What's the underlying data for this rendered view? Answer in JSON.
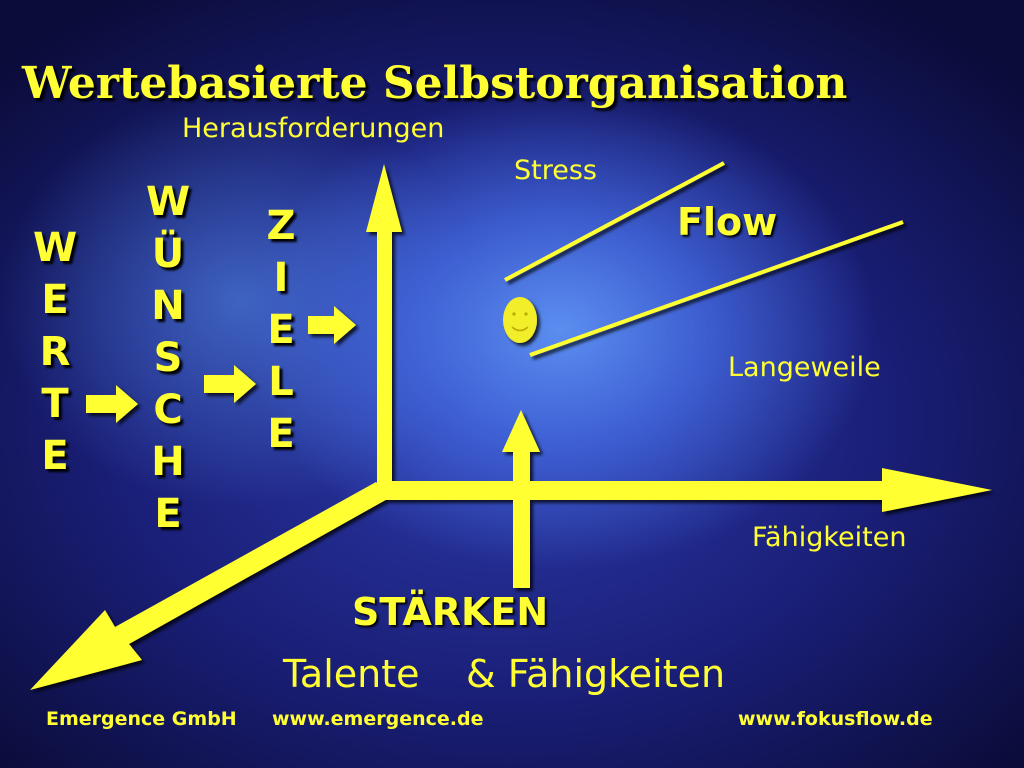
{
  "title": "Wertebasierte Selbstorganisation",
  "axes": {
    "vertical_label": "Herausforderungen",
    "horizontal_label": "Fähigkeiten"
  },
  "zones": {
    "upper": "Stress",
    "middle": "Flow",
    "lower": "Langeweile"
  },
  "columns": {
    "werte": [
      "W",
      "E",
      "R",
      "T",
      "E"
    ],
    "wuensche": [
      "W",
      "Ü",
      "N",
      "S",
      "C",
      "H",
      "E"
    ],
    "ziele": [
      "Z",
      "I",
      "E",
      "L",
      "E"
    ]
  },
  "bottom": {
    "staerken": "STÄRKEN",
    "talente": "Talente",
    "faehigkeiten": "& Fähigkeiten"
  },
  "footer": {
    "company": "Emergence GmbH",
    "site1": "www.emergence.de",
    "site2": "www.fokusflow.de"
  },
  "colors": {
    "accent": "#ffff33",
    "smiley": "#f2ee2a"
  },
  "icons": [
    "smiley-icon"
  ]
}
